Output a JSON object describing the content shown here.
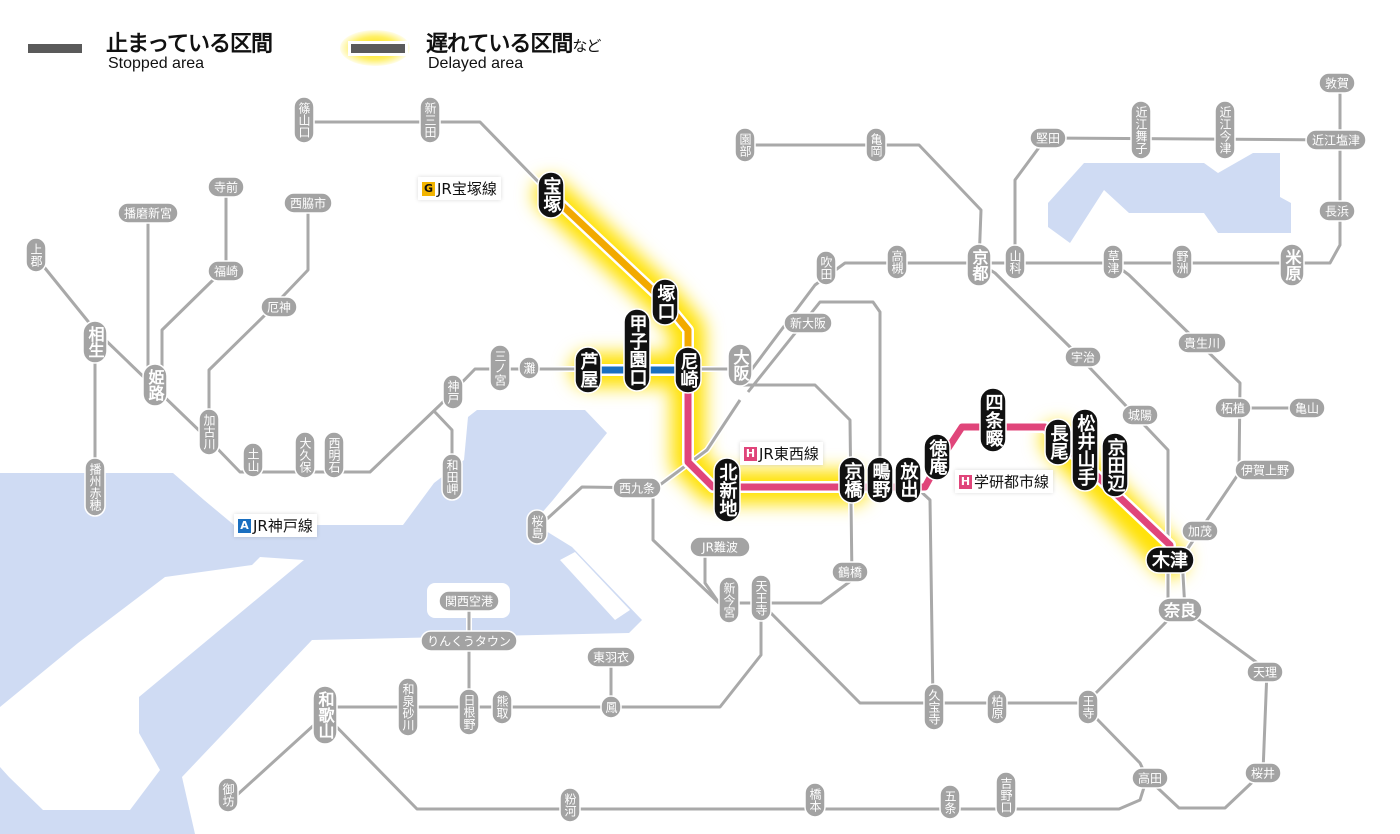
{
  "legend": {
    "stopped": {
      "jp": "止まっている区間",
      "en": "Stopped area"
    },
    "delayed": {
      "jp": "遅れている区間",
      "jp_suffix": "など",
      "en": "Delayed area"
    }
  },
  "line_labels": {
    "takarazuka": {
      "badge": "G",
      "name": "JR宝塚線",
      "color": "#f2b400"
    },
    "tozai": {
      "badge": "H",
      "name": "JR東西線",
      "color": "#e0457a"
    },
    "kobe": {
      "badge": "A",
      "name": "JR神戸線",
      "color": "#1a6fc0"
    },
    "gakken": {
      "badge": "H",
      "name": "学研都市線",
      "color": "#e0457a"
    }
  },
  "colors": {
    "water": "#cfdbf3",
    "line": "#a9a9a9",
    "station": "#a3a3a3",
    "affected_station": "#111111",
    "glow": "#ffe100",
    "takarazuka": "#f2a900",
    "kobe": "#1a6fc0",
    "tozai_gakken": "#e0457a"
  },
  "stations": {
    "sasayamaguchi": "篠山口",
    "shinsanda": "新三田",
    "sonobe": "園部",
    "kameoka": "亀岡",
    "katata": "堅田",
    "omimaiko": "近江舞子",
    "omiimazu": "近江今津",
    "tsuruga": "敦賀",
    "omishiotsu": "近江塩津",
    "nagahama": "長浜",
    "maibara": "米原",
    "kusatsu": "草津",
    "yasu": "野洲",
    "yamashina": "山科",
    "kyoto": "京都",
    "takatsuki": "高槻",
    "suita": "吹田",
    "shinosaka": "新大阪",
    "osaka": "大阪",
    "uji": "宇治",
    "kibukawa": "貴生川",
    "joyo": "城陽",
    "tsuge": "柘植",
    "kameyama": "亀山",
    "igaueno": "伊賀上野",
    "kamo": "加茂",
    "nara": "奈良",
    "tenri": "天理",
    "sakurai": "桜井",
    "takada": "高田",
    "oji": "王寺",
    "kashiwara": "柏原",
    "kyuhoji": "久宝寺",
    "yoshinoguchi": "吉野口",
    "gojo": "五条",
    "hashimoto": "橋本",
    "kokawa": "粉河",
    "gobo": "御坊",
    "wakayama": "和歌山",
    "izumisunagawa": "和泉砂川",
    "hineno": "日根野",
    "kumatori": "熊取",
    "otori": "鳳",
    "higashihagoromo": "東羽衣",
    "rinku": "りんくうタウン",
    "kix": "関西空港",
    "tennoji": "天王寺",
    "shinimamiya": "新今宮",
    "jrnamba": "JR難波",
    "tsuruhashi": "鶴橋",
    "nishikujo": "西九条",
    "sakurajima": "桜島",
    "nada": "灘",
    "sannomiya": "三ノ宮",
    "kobe": "神戸",
    "wadamisaki": "和田岬",
    "nishiakashi": "西明石",
    "okubo": "大久保",
    "tsuchiyama": "土山",
    "kakogawa": "加古川",
    "yakujin": "厄神",
    "nishiwakishi": "西脇市",
    "fukusaki": "福崎",
    "teramae": "寺前",
    "harimashingu": "播磨新宮",
    "himeji": "姫路",
    "aioi": "相生",
    "kamigori": "上郡",
    "banshuako": "播州赤穂",
    "takarazuka": "宝塚",
    "tsukaguchi": "塚口",
    "koshienguchi": "甲子園口",
    "ashiya": "芦屋",
    "amagasaki": "尼崎",
    "kitashinchi": "北新地",
    "kyobashi": "京橋",
    "shigino": "鴫野",
    "hanaten": "放出",
    "tokuan": "徳庵",
    "shijonawate": "四条畷",
    "nagao": "長尾",
    "matsuiyamate": "松井山手",
    "kyotanabe": "京田辺",
    "kizu": "木津"
  }
}
